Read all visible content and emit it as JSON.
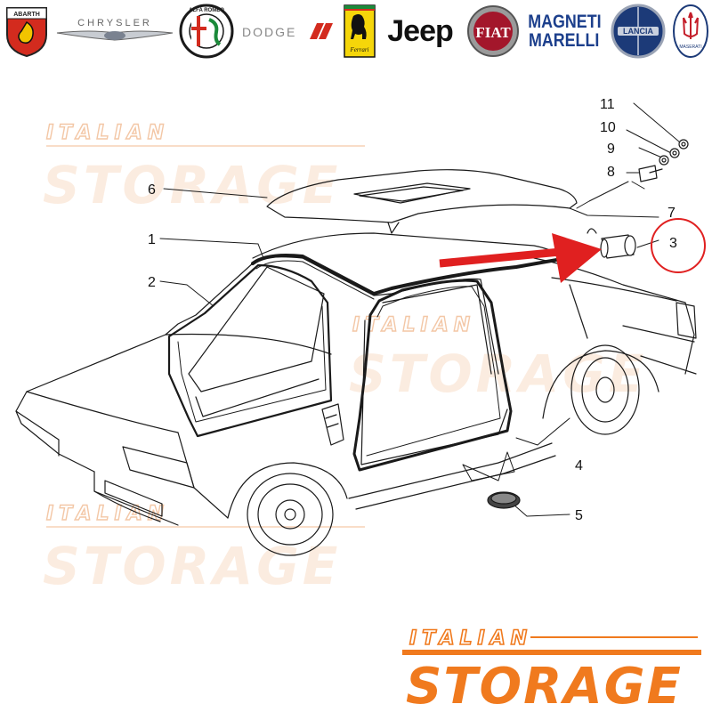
{
  "brand_logos": {
    "abarth": "ABARTH",
    "chrysler": "CHRYSLER",
    "alfa_romeo": "ALFA ROMEO",
    "dodge": "DODGE",
    "ferrari": "Ferrari",
    "jeep": "Jeep",
    "fiat": "FIAT",
    "magneti_marelli_line1": "MAGNETI",
    "magneti_marelli_line2": "MARELLI",
    "lancia": "LANCIA",
    "maserati": "MASERATI"
  },
  "callouts": [
    "1",
    "2",
    "3",
    "4",
    "5",
    "6",
    "7",
    "8",
    "9",
    "10",
    "11"
  ],
  "highlight": {
    "part": "3",
    "color": "#e02020"
  },
  "watermark": {
    "line1": "ITALIAN",
    "line2": "STORAGE"
  },
  "brand_footer": {
    "line1": "ITALIAN",
    "line2": "STORAGE",
    "color": "#f07a1e"
  }
}
